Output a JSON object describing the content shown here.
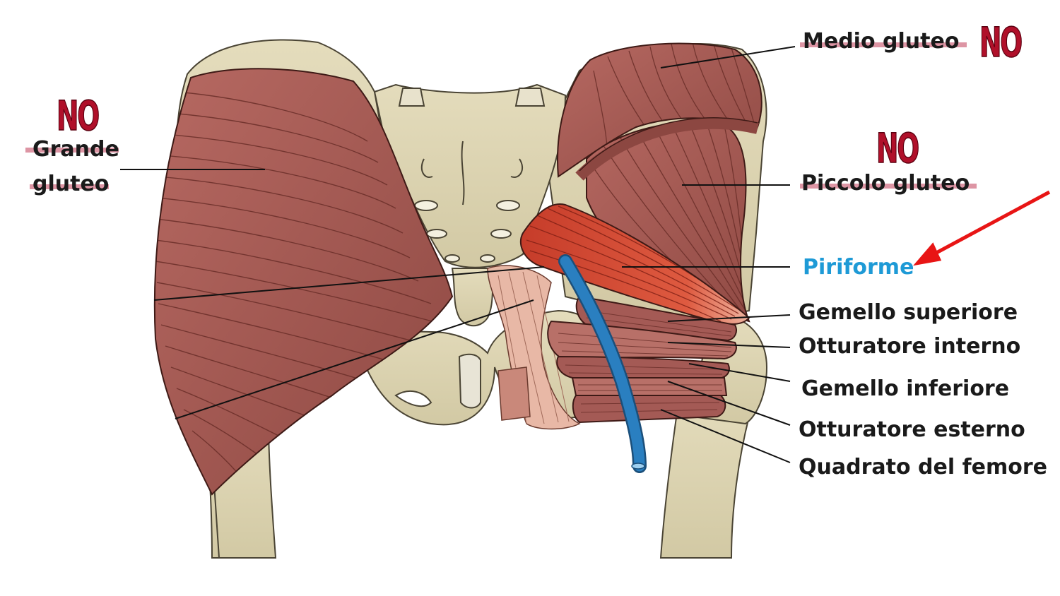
{
  "labels": {
    "grande_line1": "Grande",
    "grande_line2": "gluteo",
    "medio": "Medio gluteo",
    "piccolo": "Piccolo gluteo",
    "piriforme": "Piriforme",
    "gemello_sup": "Gemello superiore",
    "otturatore_int": "Otturatore interno",
    "gemello_inf": "Gemello inferiore",
    "otturatore_est": "Otturatore esterno",
    "quadrato": "Quadrato del femore"
  },
  "marks": {
    "no": "NO"
  },
  "colors": {
    "muscle": "#a45a55",
    "muscle_dark": "#7a3530",
    "bone": "#ddd5b2",
    "bone_outline": "#4a4434",
    "piriformis": "#d2452f",
    "nerve": "#2a7fc0",
    "label_highlight": "#1e9ad6",
    "rejected_mark": "#b0102a",
    "arrow": "#e81515"
  }
}
